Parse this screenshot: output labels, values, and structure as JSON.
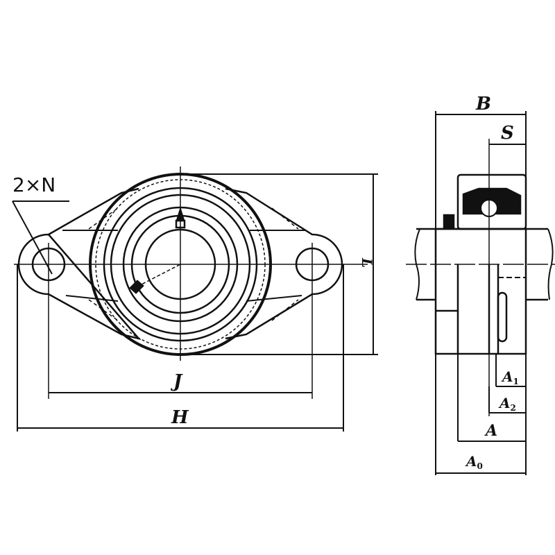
{
  "diagram": {
    "type": "technical-drawing",
    "subject": "two-bolt flange bearing unit",
    "colors": {
      "line": "#111111",
      "background": "#ffffff"
    },
    "front_view": {
      "labels": {
        "bolt_holes": "2×N",
        "bolt_spacing": "J",
        "overall_length": "H",
        "height": "L"
      }
    },
    "side_view": {
      "labels": {
        "width": "B",
        "set_screw_offset": "S",
        "a1": {
          "base": "A",
          "sub": "1"
        },
        "a2": {
          "base": "A",
          "sub": "2"
        },
        "a": "A",
        "a0": {
          "base": "A",
          "sub": "0"
        }
      }
    }
  }
}
